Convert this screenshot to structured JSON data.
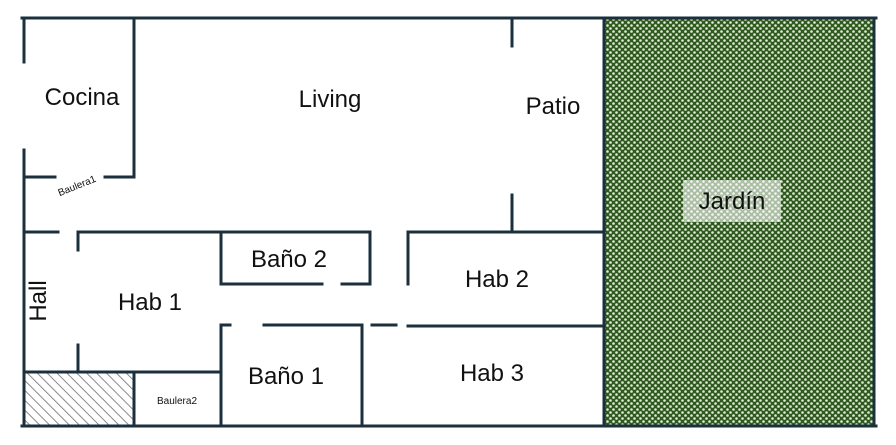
{
  "rooms": {
    "cocina": "Cocina",
    "living": "Living",
    "patio": "Patio",
    "jardin": "Jardín",
    "baulera1": "Baulera1",
    "hall": "Hall",
    "hab1": "Hab 1",
    "bano2": "Baño 2",
    "hab2": "Hab 2",
    "bano1": "Baño 1",
    "hab3": "Hab 3",
    "baulera2": "Baulera2"
  },
  "colors": {
    "wall": "#1b2f3d",
    "garden_fill": "#2f5a1f",
    "garden_dots": "#e3ecd9",
    "storage_hatch": "#8a8a8a"
  }
}
